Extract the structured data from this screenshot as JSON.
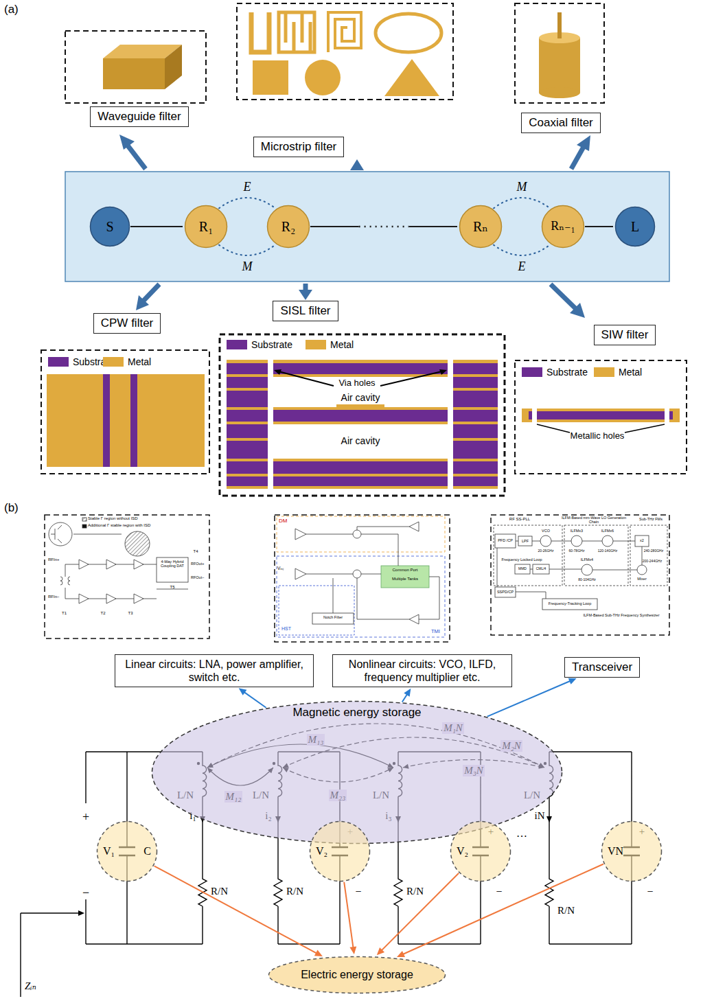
{
  "diagram": {
    "nodes": [
      {
        "text": [
          "Waveguide filter"
        ]
      },
      {
        "text": [
          "Microstrip filter"
        ]
      },
      {
        "text": [
          "Coaxial filter"
        ]
      },
      {
        "text": [
          "S"
        ]
      },
      {
        "text": [
          "R₁"
        ]
      },
      {
        "text": [
          "R₂"
        ]
      },
      {
        "text": [
          "Rₙ"
        ]
      },
      {
        "text": [
          "Rₙ₋₁"
        ]
      },
      {
        "text": [
          "L"
        ]
      },
      {
        "text": [
          "CPW filter"
        ]
      },
      {
        "text": [
          "SISL filter"
        ]
      },
      {
        "text": [
          "SIW filter"
        ]
      },
      {
        "text": [
          "Linear circuits: LNA, power amplifier, switch etc."
        ]
      },
      {
        "text": [
          "Nonlinear circuits: VCO, ILFD, frequency multiplier etc."
        ]
      },
      {
        "text": [
          "Transceiver"
        ]
      },
      {
        "text": [
          "Magnetic energy storage"
        ]
      },
      {
        "text": [
          "V₁",
          "C"
        ]
      },
      {
        "text": [
          "V₂"
        ]
      },
      {
        "text": [
          "V₂"
        ]
      },
      {
        "text": [
          "VN"
        ]
      },
      {
        "text": [
          "Electric energy storage"
        ]
      }
    ],
    "edges": [
      {
        "from": 3,
        "to": 4,
        "arrow": "none"
      },
      {
        "from": 4,
        "to": 5,
        "arrow": "none",
        "label": "E"
      },
      {
        "from": 4,
        "to": 5,
        "arrow": "none",
        "label": "M"
      },
      {
        "from": 5,
        "to": 6,
        "arrow": "none"
      },
      {
        "from": 6,
        "to": 7,
        "arrow": "none",
        "label": "M"
      },
      {
        "from": 6,
        "to": 7,
        "arrow": "none",
        "label": "E"
      },
      {
        "from": 7,
        "to": 8,
        "arrow": "none"
      },
      {
        "from": 15,
        "to": 12,
        "arrow": "to"
      },
      {
        "from": 15,
        "to": 13,
        "arrow": "to"
      },
      {
        "from": 15,
        "to": 14,
        "arrow": "to"
      },
      {
        "from": 16,
        "to": 20,
        "arrow": "to"
      },
      {
        "from": 17,
        "to": 20,
        "arrow": "to"
      },
      {
        "from": 18,
        "to": 20,
        "arrow": "to"
      },
      {
        "from": 19,
        "to": 20,
        "arrow": "to"
      }
    ],
    "labels": [
      "(a)",
      "Via holes",
      "Air cavity",
      "Air cavity",
      "Metallic holes",
      "(b)",
      "Stable Γ region without ISD",
      "Additional Γ stable region with ISD",
      "RFIn+",
      "RFIn−",
      "T1",
      "T2",
      "T3",
      "T4",
      "T5",
      "4-Way Hybrid Coupling DAT",
      "RFOut+",
      "RFOut−",
      "DM",
      "Vᵢₙⱼ",
      "HST",
      "Notch Filter",
      "Common Port",
      "Multiple Tanks",
      "TMI",
      "RF SS-PLL",
      "ILFM-Based mm-Wave LO Generation Chain",
      "Sub-THz FMs",
      "PFD /CP",
      "LPF",
      "VCO",
      "20-26GHz",
      "ILFMx3",
      "60-78GHz",
      "ILFMx6",
      "120-140GHz",
      "x2",
      "240-280GHz",
      "Frequency Locked Loop",
      "MMD",
      "CML/4",
      "ILFMx4",
      "80-104GHz",
      "Mixer",
      "200-244GHz",
      "SSPD/CP",
      "Frequency-Tracking Loop",
      "ILFM-Based Sub-THz Frequency Synthesizer",
      "+",
      "−",
      "L/N",
      "i₁",
      "R/N",
      "L/N",
      "i₂",
      "R/N",
      "+",
      "−",
      "L/N",
      "i₃",
      "R/N",
      "+",
      "−",
      "…",
      "L/N",
      "iN",
      "R/N",
      "+",
      "−",
      "M₁₂",
      "M₁₃",
      "M₂₃",
      "M₁N",
      "M₂N",
      "M₃N",
      "Zᵢₙ"
    ],
    "legend": [
      {
        "text": "Substrate",
        "color": "#6b2c91"
      },
      {
        "text": "Metal",
        "color": "#e0aa3e"
      },
      {
        "text": "Substrate",
        "color": "#6b2c91"
      },
      {
        "text": "Metal",
        "color": "#e0aa3e"
      },
      {
        "text": "Substrate",
        "color": "#6b2c91"
      },
      {
        "text": "Metal",
        "color": "#e0aa3e"
      }
    ]
  }
}
